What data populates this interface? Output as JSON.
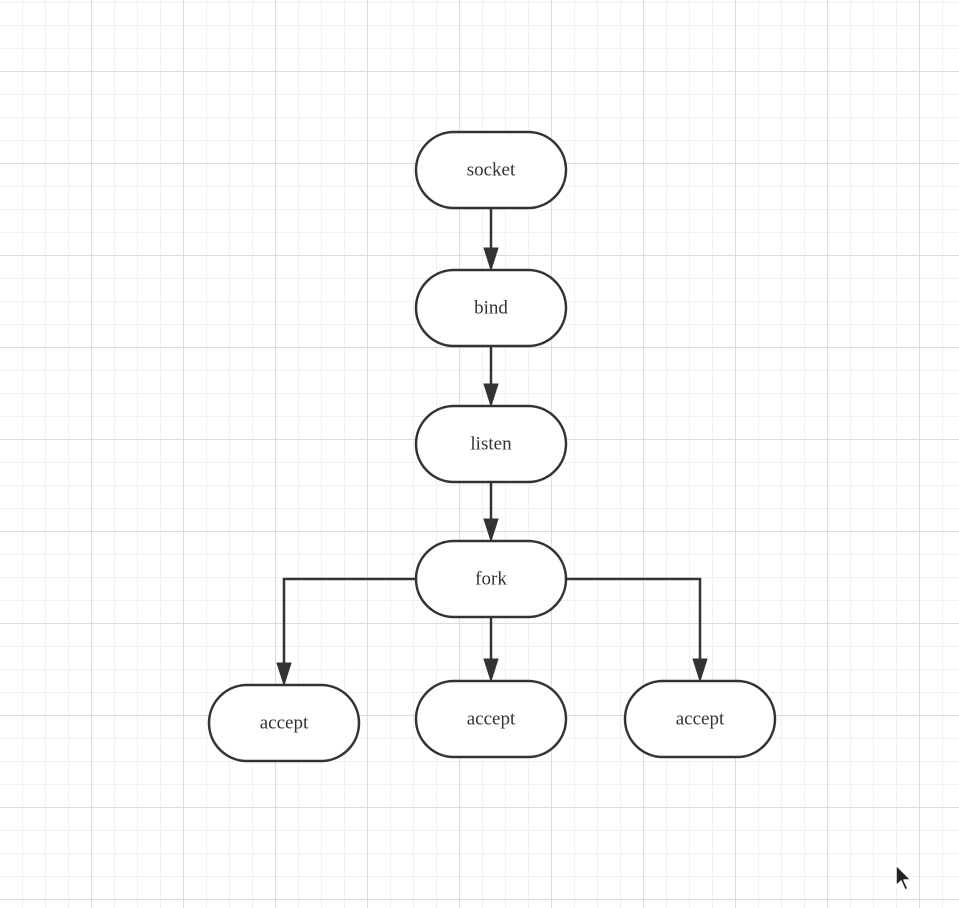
{
  "diagram": {
    "type": "flowchart",
    "colors": {
      "stroke": "#333333",
      "node_fill": "#ffffff",
      "grid_major": "#dcdcdc",
      "grid_minor": "#f0f0f0"
    },
    "nodes": [
      {
        "id": "socket",
        "label": "socket"
      },
      {
        "id": "bind",
        "label": "bind"
      },
      {
        "id": "listen",
        "label": "listen"
      },
      {
        "id": "fork",
        "label": "fork"
      },
      {
        "id": "accept-left",
        "label": "accept"
      },
      {
        "id": "accept-center",
        "label": "accept"
      },
      {
        "id": "accept-right",
        "label": "accept"
      }
    ],
    "edges": [
      {
        "from": "socket",
        "to": "bind"
      },
      {
        "from": "bind",
        "to": "listen"
      },
      {
        "from": "listen",
        "to": "fork"
      },
      {
        "from": "fork",
        "to": "accept-left"
      },
      {
        "from": "fork",
        "to": "accept-center"
      },
      {
        "from": "fork",
        "to": "accept-right"
      }
    ]
  },
  "cursor": {
    "icon": "mouse-pointer-icon"
  }
}
